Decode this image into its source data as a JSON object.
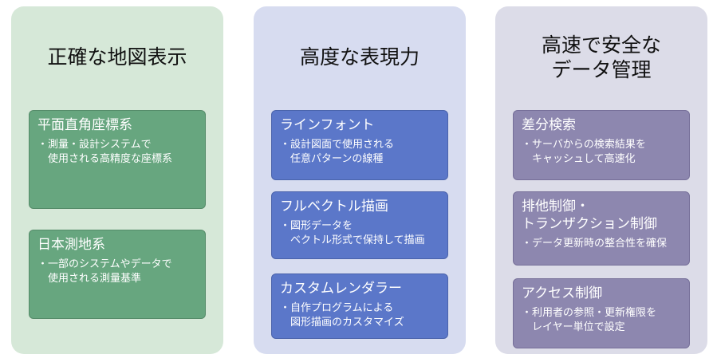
{
  "colors": {
    "panel_green_bg": "#d6e8d8",
    "panel_blue_bg": "#d7dcf0",
    "panel_purple_bg": "#dcdce8",
    "card_green": "#67a67f",
    "card_blue": "#5b77c9",
    "card_purple": "#8d87af",
    "title_text": "#111111",
    "card_text": "#ffffff"
  },
  "columns": [
    {
      "title": "正確な地図表示",
      "cards": [
        {
          "title": "平面直角座標系",
          "body": "・測量・設計システムで\n　使用される高精度な座標系"
        },
        {
          "title": "日本測地系",
          "body": "・一部のシステムやデータで\n　使用される測量基準"
        }
      ]
    },
    {
      "title": "高度な表現力",
      "cards": [
        {
          "title": "ラインフォント",
          "body": "・設計図面で使用される\n　任意パターンの線種"
        },
        {
          "title": "フルベクトル描画",
          "body": "・図形データを\n　ベクトル形式で保持して描画"
        },
        {
          "title": "カスタムレンダラー",
          "body": "・自作プログラムによる\n　図形描画のカスタマイズ"
        }
      ]
    },
    {
      "title": "高速で安全な\nデータ管理",
      "cards": [
        {
          "title": "差分検索",
          "body": "・サーバからの検索結果を\n　キャッシュして高速化"
        },
        {
          "title": "排他制御・\nトランザクション制御",
          "body": "・データ更新時の整合性を確保"
        },
        {
          "title": "アクセス制御",
          "body": "・利用者の参照・更新権限を\n　レイヤー単位で設定"
        }
      ]
    }
  ]
}
